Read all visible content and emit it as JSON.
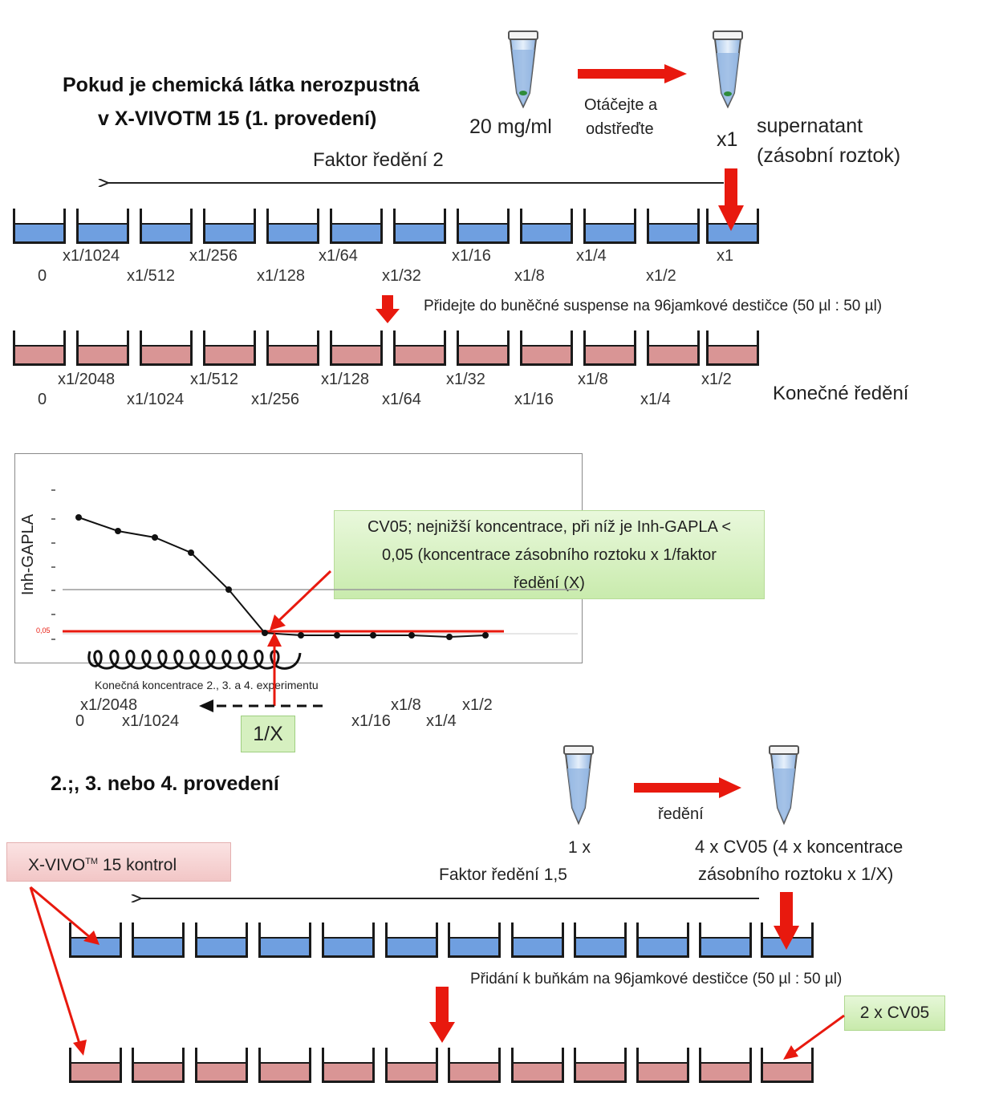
{
  "section1": {
    "title_line1": "Pokud je chemická látka nerozpustná",
    "title_line2": "v X-VIVOTM 15 (1. provedení)",
    "tube_concentration": "20 mg/ml",
    "step_arrow_line1": "Otáčejte a",
    "step_arrow_line2": "odstřeďte",
    "tube2_factor": "x1",
    "supernatant_line1": "supernatant",
    "supernatant_line2": "(zásobní roztok)",
    "dilution_factor": "Faktor ředění  2",
    "stock_row_labels_top": [
      "x1/1024",
      "x1/256",
      "x1/64",
      "x1/16",
      "x1/4",
      "x1"
    ],
    "stock_row_labels_bottom": [
      "0",
      "x1/512",
      "x1/128",
      "x1/32",
      "x1/8",
      "x1/2"
    ],
    "add_to_cells": "Přidejte do buněčné suspense na 96jamkové destičce (50 µl : 50 µl)",
    "final_row_labels_top": [
      "x1/2048",
      "x1/512",
      "x1/128",
      "x1/32",
      "x1/8",
      "x1/2"
    ],
    "final_row_labels_bottom": [
      "0",
      "x1/1024",
      "x1/256",
      "x1/64",
      "x1/16",
      "x1/4"
    ],
    "final_dilution": "Konečné ředění"
  },
  "graph": {
    "ylabel": "Inh-GAPLA",
    "threshold_label": "0,05",
    "callout_line1": "CV05; nejnižší koncentrace, při níž je Inh-GAPLA <",
    "callout_line2": "0,05 (koncentrace zásobního roztoku x 1/faktor",
    "callout_line3": "ředění (X)",
    "experiment_caption": "Konečná koncentrace 2., 3. a 4. experimentu",
    "axis_labels_top": [
      "x1/2048",
      "x1/8",
      "x1/2"
    ],
    "axis_labels_bottom": [
      "0",
      "x1/1024",
      "x1/16",
      "x1/4"
    ],
    "inverse_box": "1/X"
  },
  "section2": {
    "title": "2.;, 3. nebo 4. provedení",
    "step_arrow": "ředění",
    "tube1_factor": "1 x",
    "dilution_factor": "Faktor ředění 1,5",
    "tube2_line1": "4 x CV05 (4 x koncentrace",
    "tube2_line2": "zásobního roztoku x 1/X)",
    "control_box": "X-VIVO",
    "control_box_sup": "TM",
    "control_box_suffix": " 15 kontrol",
    "add_to_cells": "Přidání k buňkám na 96jamkové destičce (50 µl : 50 µl)",
    "cv05_box": "2 x CV05"
  },
  "colors": {
    "arrow_red": "#e8190e",
    "well_blue": "#6f9fe0",
    "well_pink": "#d99595",
    "callout_green": "#d6f0c0"
  }
}
